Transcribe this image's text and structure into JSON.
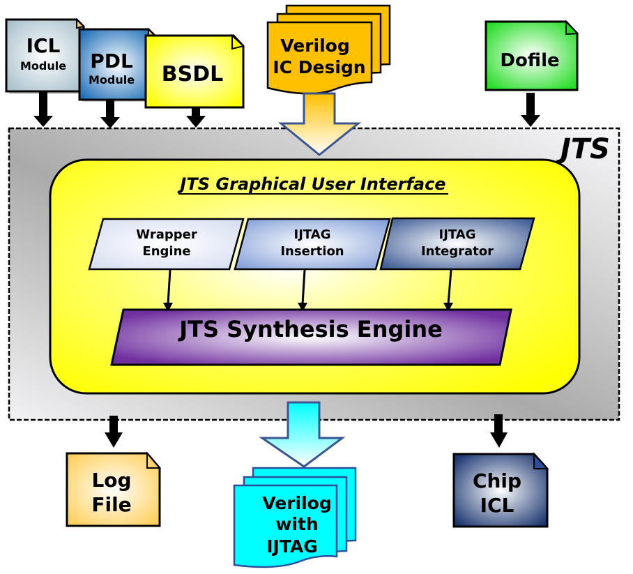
{
  "inputs": {
    "icl": {
      "title": "ICL",
      "subtitle": "Module",
      "color": "#a9c1cc"
    },
    "pdl": {
      "title": "PDL",
      "subtitle": "Module",
      "color": "#2a7ac0"
    },
    "bsdl": {
      "title": "BSDL",
      "color": "#ffff00"
    },
    "verilog_design": {
      "line1": "Verilog",
      "line2": "IC Design",
      "color": "#ffc000"
    },
    "dofile": {
      "title": "Dofile",
      "color": "#33dd33"
    }
  },
  "jts": {
    "label": "JTS",
    "gui": {
      "title": "JTS Graphical User Interface",
      "engines": [
        {
          "line1": "Wrapper",
          "line2": "Engine",
          "color": "#d6e0f3"
        },
        {
          "line1": "IJTAG",
          "line2": "Insertion",
          "color": "#7f9fd8"
        },
        {
          "line1": "IJTAG",
          "line2": "Integrator",
          "color": "#3e5a9a"
        }
      ],
      "synthesis": {
        "title": "JTS Synthesis Engine",
        "color": "#7030a0"
      }
    }
  },
  "outputs": {
    "log": {
      "line1": "Log",
      "line2": "File",
      "color": "#ffd36a"
    },
    "verilog_ijtag": {
      "line1": "Verilog",
      "line2": "with",
      "line3": "IJTAG",
      "color": "#00ffff"
    },
    "chip_icl": {
      "line1": "Chip",
      "line2": "ICL",
      "color": "#1f3b78"
    }
  }
}
